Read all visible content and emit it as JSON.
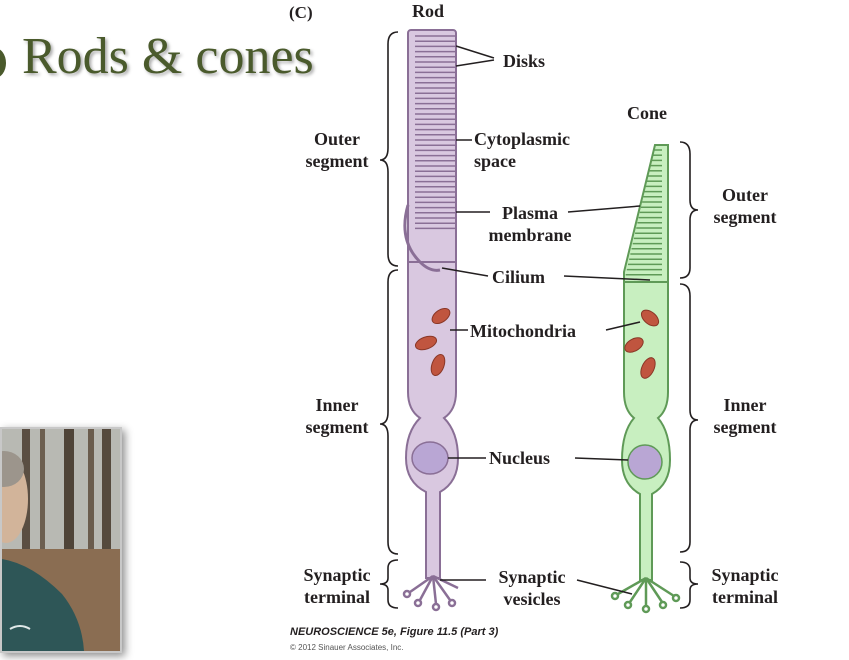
{
  "slide": {
    "title": "Rods & cones"
  },
  "figure": {
    "panel_label": "(C)",
    "rod_title": "Rod",
    "cone_title": "Cone",
    "labels": {
      "disks": "Disks",
      "cytoplasmic_space": "Cytoplasmic space",
      "plasma_membrane": "Plasma membrane",
      "cilium": "Cilium",
      "mitochondria": "Mitochondria",
      "nucleus": "Nucleus",
      "synaptic_vesicles": "Synaptic vesicles",
      "rod_outer_segment": "Outer segment",
      "rod_inner_segment": "Inner segment",
      "rod_synaptic_terminal": "Synaptic terminal",
      "cone_outer_segment": "Outer segment",
      "cone_inner_segment": "Inner segment",
      "cone_synaptic_terminal": "Synaptic terminal"
    },
    "colors": {
      "rod_fill": "#d9c8e0",
      "rod_stroke": "#8a6f96",
      "cone_fill": "#c8efc0",
      "cone_stroke": "#5f9a57",
      "mitochondria": "#c0553f",
      "nucleus": "#b9a6d4"
    },
    "caption": "NEUROSCIENCE 5e, Figure 11.5 (Part 3)",
    "copyright": "© 2012 Sinauer Associates, Inc."
  }
}
